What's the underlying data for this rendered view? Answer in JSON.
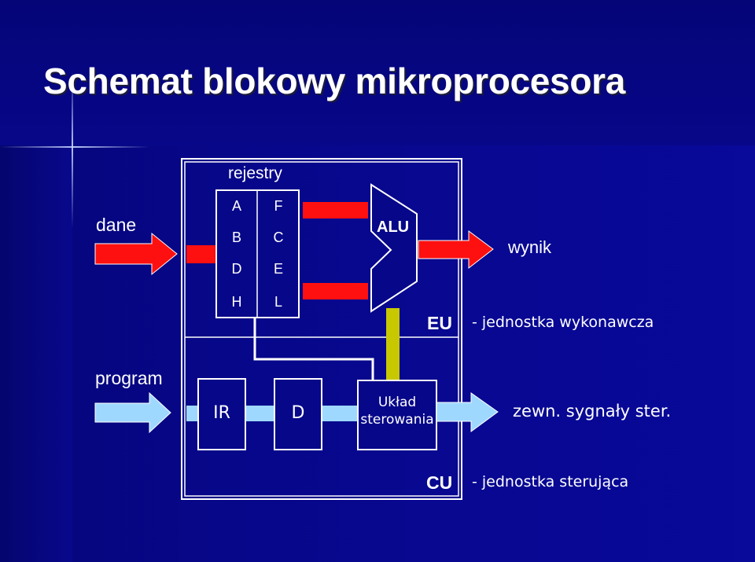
{
  "title": "Schemat blokowy mikroprocesora",
  "inputs": {
    "dane": "dane",
    "program": "program"
  },
  "registers": {
    "caption": "rejestry",
    "names": [
      "A",
      "F",
      "B",
      "C",
      "D",
      "E",
      "H",
      "L"
    ]
  },
  "alu": "ALU",
  "eu": {
    "label": "EU",
    "description": "- jednostka wykonawcza"
  },
  "output_result": "wynik",
  "control": {
    "ir": "IR",
    "decoder": "D",
    "control_unit_line1": "Układ",
    "control_unit_line2": "sterowania",
    "external_signals": "zewn. sygnały ster."
  },
  "cu": {
    "label": "CU",
    "description": "- jednostka sterująca"
  },
  "colors": {
    "background": "#07078a",
    "data_path": "#ff1010",
    "control_path": "#9fd8ff",
    "connector": "#c8c800",
    "outline": "#ffffff"
  }
}
